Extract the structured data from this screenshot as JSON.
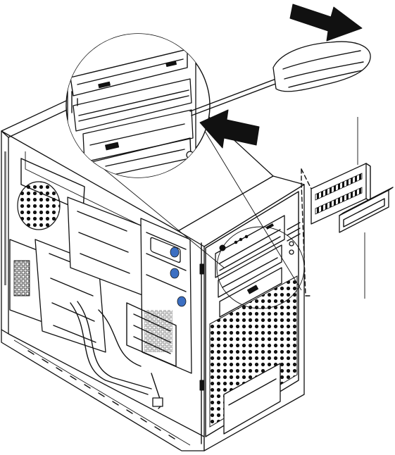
{
  "figure": {
    "parts": [
      "computer-tower-chassis",
      "detail-magnifier-circle",
      "screwdriver",
      "push-arrow",
      "removal-arrow",
      "bezel-filler-panel",
      "emc-shield-plate",
      "optical-drive-bay",
      "drive-cage",
      "callout-lines"
    ],
    "colors": {
      "line": "#111111",
      "background": "#ffffff",
      "drive-tab": "#3c6fc2",
      "shade": "#d6d6d6"
    }
  }
}
